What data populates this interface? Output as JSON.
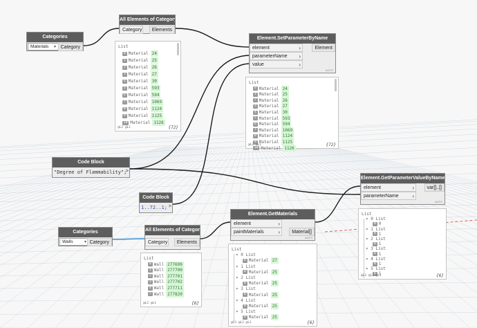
{
  "nodes": {
    "categories1": {
      "title": "Categories",
      "selected": "Materials",
      "output": "Category"
    },
    "all_elements1": {
      "title": "All Elements of Category",
      "input": "Category",
      "output": "Elements",
      "watch": {
        "header": "List",
        "rows": [
          {
            "i": "0",
            "t": "Material",
            "v": "24"
          },
          {
            "i": "1",
            "t": "Material",
            "v": "25"
          },
          {
            "i": "2",
            "t": "Material",
            "v": "26"
          },
          {
            "i": "3",
            "t": "Material",
            "v": "27"
          },
          {
            "i": "4",
            "t": "Material",
            "v": "30"
          },
          {
            "i": "5",
            "t": "Material",
            "v": "593"
          },
          {
            "i": "6",
            "t": "Material",
            "v": "594"
          },
          {
            "i": "7",
            "t": "Material",
            "v": "1069"
          },
          {
            "i": "8",
            "t": "Material",
            "v": "1124"
          },
          {
            "i": "9",
            "t": "Material",
            "v": "1125"
          },
          {
            "i": "10",
            "t": "Material",
            "v": "1126"
          }
        ],
        "levels": "@L2 @L1",
        "count": "{72}"
      }
    },
    "set_param": {
      "title": "Element.SetParameterByName",
      "inputs": [
        "element",
        "parameterName",
        "value"
      ],
      "output": "Element",
      "auto": "AUTO",
      "watch": {
        "header": "List",
        "rows": [
          {
            "i": "0",
            "t": "Material",
            "v": "24"
          },
          {
            "i": "1",
            "t": "Material",
            "v": "25"
          },
          {
            "i": "2",
            "t": "Material",
            "v": "26"
          },
          {
            "i": "3",
            "t": "Material",
            "v": "27"
          },
          {
            "i": "4",
            "t": "Material",
            "v": "30"
          },
          {
            "i": "5",
            "t": "Material",
            "v": "593"
          },
          {
            "i": "6",
            "t": "Material",
            "v": "594"
          },
          {
            "i": "7",
            "t": "Material",
            "v": "1069"
          },
          {
            "i": "8",
            "t": "Material",
            "v": "1124"
          },
          {
            "i": "9",
            "t": "Material",
            "v": "1125"
          },
          {
            "i": "10",
            "t": "Material",
            "v": "1126"
          }
        ],
        "levels": "@L2 @L1",
        "count": "{72}"
      }
    },
    "code_block1": {
      "title": "Code Block",
      "code": "\"Degree of Flammability\";",
      "output": ">"
    },
    "code_block2": {
      "title": "Code Block",
      "code": "1..72..1;",
      "output": ">"
    },
    "get_param": {
      "title": "Element.GetParameterValueByName",
      "inputs": [
        "element",
        "parameterName"
      ],
      "output": "var[]..[]",
      "auto": "AUTO",
      "watch": {
        "header": "List",
        "rows": [
          {
            "d": 1,
            "k": "list",
            "t": "0 List"
          },
          {
            "d": 2,
            "k": "item",
            "i": "0",
            "t": "0"
          },
          {
            "d": 1,
            "k": "list",
            "t": "1 List"
          },
          {
            "d": 2,
            "k": "item",
            "i": "0",
            "t": "1"
          },
          {
            "d": 1,
            "k": "list",
            "t": "2 List"
          },
          {
            "d": 2,
            "k": "item",
            "i": "0",
            "t": "1"
          },
          {
            "d": 1,
            "k": "list",
            "t": "3 List"
          },
          {
            "d": 2,
            "k": "item",
            "i": "0",
            "t": "1"
          },
          {
            "d": 1,
            "k": "list",
            "t": "4 List"
          },
          {
            "d": 2,
            "k": "item",
            "i": "0",
            "t": "1"
          },
          {
            "d": 1,
            "k": "list",
            "t": "5 List"
          },
          {
            "d": 2,
            "k": "item",
            "i": "0",
            "t": "1"
          }
        ],
        "levels": "@L3 @L2 @L1",
        "count": "{6}"
      }
    },
    "categories2": {
      "title": "Categories",
      "selected": "Walls",
      "output": "Category"
    },
    "all_elements2": {
      "title": "All Elements of Category",
      "input": "Category",
      "output": "Elements",
      "watch": {
        "header": "List",
        "rows": [
          {
            "i": "0",
            "t": "Wall",
            "v": "277699"
          },
          {
            "i": "1",
            "t": "Wall",
            "v": "277700"
          },
          {
            "i": "2",
            "t": "Wall",
            "v": "277701"
          },
          {
            "i": "3",
            "t": "Wall",
            "v": "277702"
          },
          {
            "i": "4",
            "t": "Wall",
            "v": "277711"
          },
          {
            "i": "5",
            "t": "Wall",
            "v": "277820"
          }
        ],
        "levels": "@L2 @L1",
        "count": "{6}"
      }
    },
    "get_materials": {
      "title": "Element.GetMaterials",
      "inputs": [
        "element",
        "paintMaterials"
      ],
      "output": "Material[]",
      "auto": "AUTO",
      "watch": {
        "header": "List",
        "rows": [
          {
            "d": 1,
            "k": "list",
            "t": "0 List"
          },
          {
            "d": 2,
            "k": "item",
            "i": "0",
            "t": "Material",
            "v": "27"
          },
          {
            "d": 1,
            "k": "list",
            "t": "1 List"
          },
          {
            "d": 2,
            "k": "item",
            "i": "0",
            "t": "Material",
            "v": "25"
          },
          {
            "d": 1,
            "k": "list",
            "t": "2 List"
          },
          {
            "d": 2,
            "k": "item",
            "i": "0",
            "t": "Material",
            "v": "25"
          },
          {
            "d": 1,
            "k": "list",
            "t": "3 List"
          },
          {
            "d": 2,
            "k": "item",
            "i": "0",
            "t": "Material",
            "v": "25"
          },
          {
            "d": 1,
            "k": "list",
            "t": "4 List"
          },
          {
            "d": 2,
            "k": "item",
            "i": "0",
            "t": "Material",
            "v": "25"
          },
          {
            "d": 1,
            "k": "list",
            "t": "5 List"
          },
          {
            "d": 2,
            "k": "item",
            "i": "0",
            "t": "Material",
            "v": "25"
          }
        ],
        "levels": "@L3 @L2 @L1",
        "count": "{6}"
      }
    }
  },
  "colors": {
    "header": "#5d5d5d",
    "wire": "#1a1a1a",
    "wire_selected": "#3a8fd6",
    "value_bg": "#d9f5d9",
    "value_text": "#2b7a2b",
    "grid": "#9fb8cc",
    "axis_red": "#d04040"
  }
}
